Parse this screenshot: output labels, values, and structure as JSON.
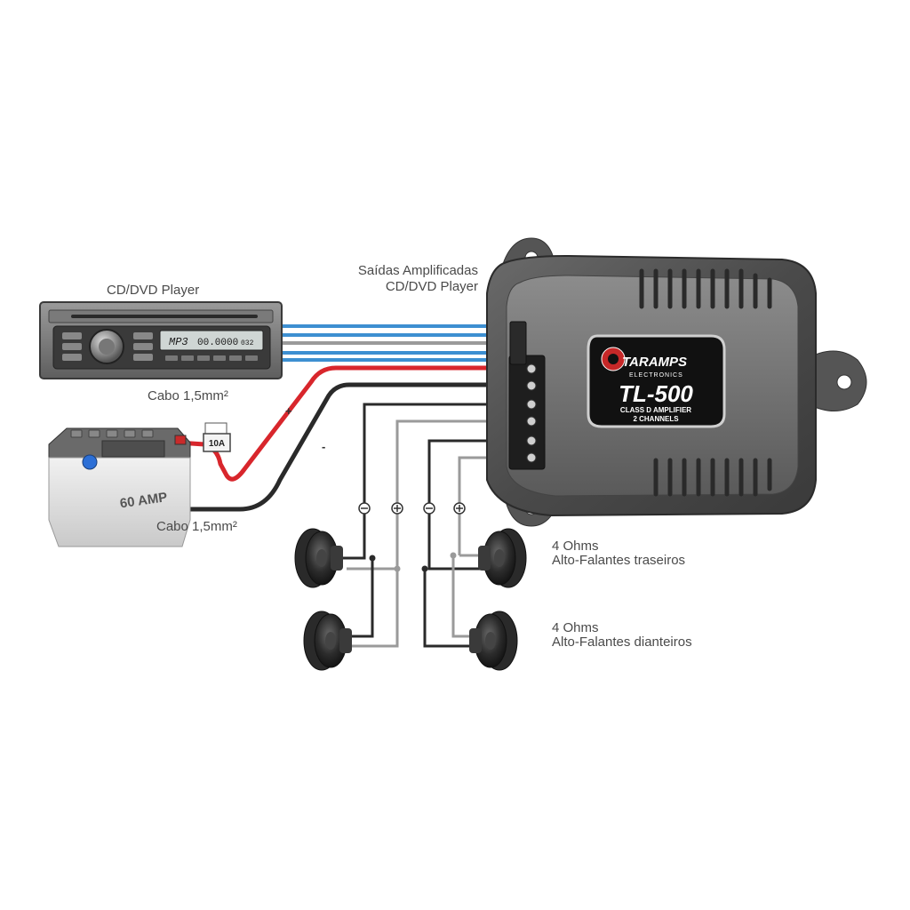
{
  "labels": {
    "cd_player_title": "CD/DVD Player",
    "outputs_line1": "Saídas Amplificadas",
    "outputs_line2": "CD/DVD Player",
    "cable_top": "Cabo 1,5mm²",
    "cable_bottom": "Cabo 1,5mm²",
    "rear_ohms": "4 Ohms",
    "rear_speakers": "Alto-Falantes traseiros",
    "front_ohms": "4 Ohms",
    "front_speakers": "Alto-Falantes dianteiros",
    "plus": "+",
    "minus": "-"
  },
  "head_unit": {
    "display_mode": "MP3",
    "display_value": "00.0000",
    "display_track": "032"
  },
  "fuse": {
    "rating": "10A"
  },
  "battery": {
    "label": "60 AMP"
  },
  "amplifier": {
    "brand": "TARAMPS",
    "brand_sub": "ELECTRONICS",
    "model": "TL-500",
    "line1": "CLASS D AMPLIFIER",
    "line2": "2 CHANNELS"
  },
  "colors": {
    "signal_wire": "#3d8fd1",
    "power_positive": "#d8262c",
    "power_negative": "#2a2a2a",
    "speaker_positive": "#9a9a9a",
    "speaker_negative": "#2a2a2a"
  }
}
